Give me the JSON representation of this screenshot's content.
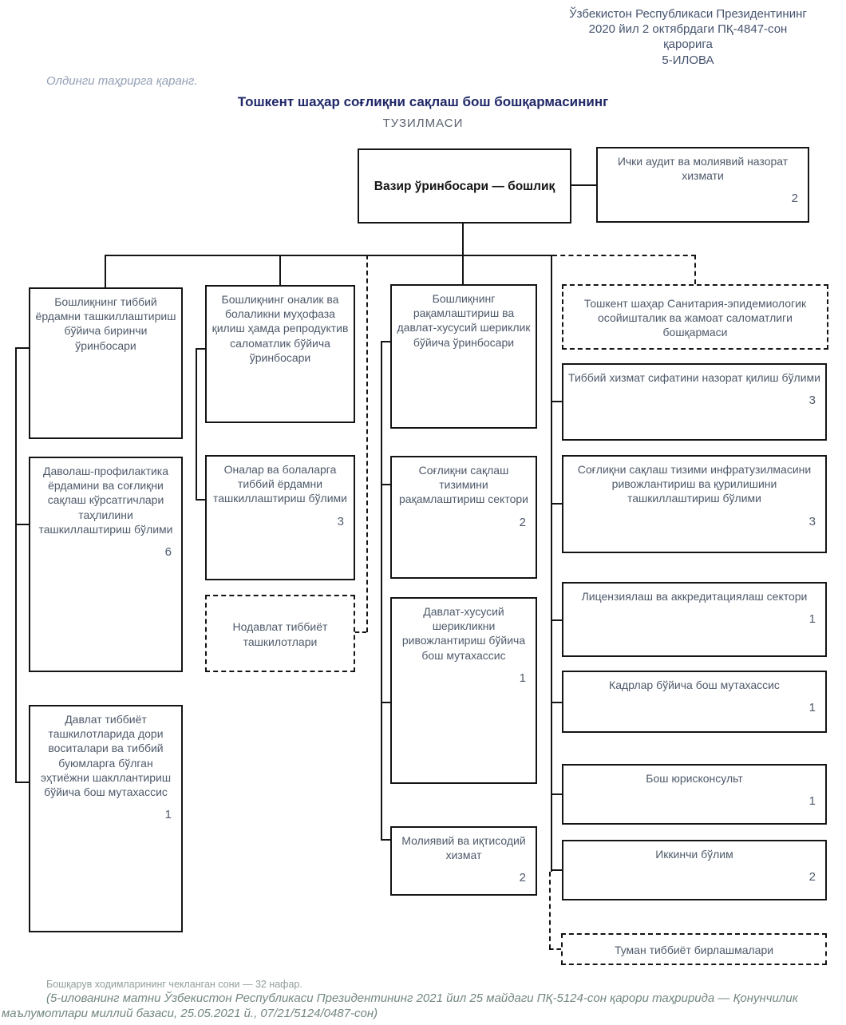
{
  "header": {
    "decree_line1": "Ўзбекистон Республикаси Президентининг",
    "decree_line2": "2020 йил 2 октябрдаги ПҚ-4847-сон",
    "decree_line3": "қарорига",
    "decree_line4": "5-ИЛОВА",
    "previous_edition_note": "Олдинги таҳрирга қаранг.",
    "title": "Тошкент шаҳар соғлиқни сақлаш бош бошқармасининг",
    "subtitle": "ТУЗИЛМАСИ"
  },
  "org": {
    "boxes": {
      "root": {
        "label": "Вазир ўринбосари — бошлиқ"
      },
      "audit": {
        "label": "Ички аудит ва молиявий назорат хизмати",
        "count": "2"
      },
      "col1a": {
        "label": "Бошлиқнинг тиббий ёрдамни ташкиллаштириш бўйича биринчи ўринбосари"
      },
      "col1b": {
        "label": "Даволаш-профилактика ёрдамини ва соғлиқни сақлаш кўрсатгичлари таҳлилини ташкиллаштириш бўлими",
        "count": "6"
      },
      "col1c": {
        "label": "Давлат тиббиёт ташкилотларида дори воситалари ва тиббий буюмларга бўлган эҳтиёжни шакллантириш бўйича бош мутахассис",
        "count": "1"
      },
      "col2a": {
        "label": "Бошлиқнинг оналик ва болаликни муҳофаза қилиш ҳамда репродуктив саломатлик бўйича ўринбосари"
      },
      "col2b": {
        "label": "Оналар ва болаларга тиббий ёрдамни ташкиллаштириш бўлими",
        "count": "3"
      },
      "col2c": {
        "label": "Нодавлат тиббиёт ташкилотлари"
      },
      "col3a": {
        "label": "Бошлиқнинг рақамлаштириш ва давлат-хусусий шериклик бўйича ўринбосари"
      },
      "col3b": {
        "label": "Соғлиқни сақлаш тизимини рақамлаштириш сектори",
        "count": "2"
      },
      "col3c": {
        "label": "Давлат-хусусий шерикликни ривожлантириш бўйича бош мутахассис",
        "count": "1"
      },
      "col3d": {
        "label": "Молиявий ва иқтисодий хизмат",
        "count": "2"
      },
      "col4a": {
        "label": "Тошкент шаҳар Санитария-эпидемиологик осойишталик ва жамоат саломатлиги бошқармаси"
      },
      "col4b": {
        "label": "Тиббий хизмат сифатини назорат қилиш бўлими",
        "count": "3"
      },
      "col4c": {
        "label": "Соғлиқни сақлаш тизими инфратузилмасини ривожлантириш ва қурилишини ташкиллаштириш бўлими",
        "count": "3"
      },
      "col4d": {
        "label": "Лицензиялаш ва аккредитациялаш сектори",
        "count": "1"
      },
      "col4e": {
        "label": "Кадрлар бўйича бош мутахассис",
        "count": "1"
      },
      "col4f": {
        "label": "Бош юрисконсульт",
        "count": "1"
      },
      "col4g": {
        "label": "Иккинчи бўлим",
        "count": "2"
      },
      "col4h": {
        "label": "Туман тиббиёт бирлашмалари"
      }
    }
  },
  "footer": {
    "staff_limit_note": "Бошқарув ходимларининг чекланган сони — 32 нафар.",
    "legal_note": "(5-илованинг матни Ўзбекистон Республикаси Президентининг 2021 йил 25 майдаги ПҚ-5124-сон қарори таҳририда — Қонунчилик маълумотлари миллий базаси, 25.05.2021 й., 07/21/5124/0487-сон)"
  },
  "colors": {
    "title_navy": "#1f2767",
    "decree_blue_gray": "#46546f",
    "box_text_gray": "#4e5a6a",
    "line_black": "#141414",
    "footer_green_gray": "#73887f"
  }
}
